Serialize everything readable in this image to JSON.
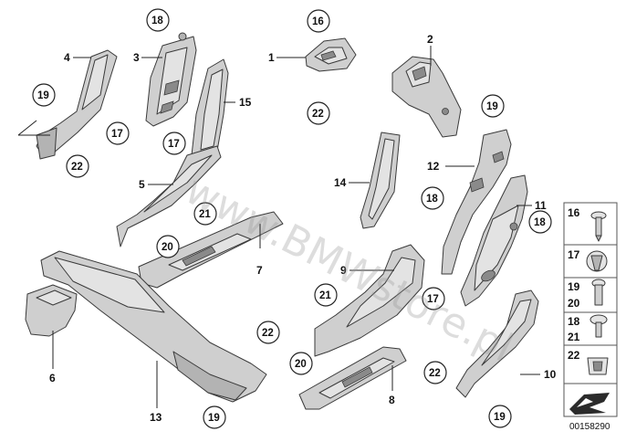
{
  "watermark": "www.BMWstore.pl",
  "doc_number": "00158290",
  "callouts": [
    {
      "id": "c1",
      "text": "1"
    },
    {
      "id": "c2",
      "text": "2"
    },
    {
      "id": "c3",
      "text": "3"
    },
    {
      "id": "c4",
      "text": "4"
    },
    {
      "id": "c5",
      "text": "5"
    },
    {
      "id": "c6",
      "text": "6"
    },
    {
      "id": "c7",
      "text": "7"
    },
    {
      "id": "c8",
      "text": "8"
    },
    {
      "id": "c9",
      "text": "9"
    },
    {
      "id": "c10",
      "text": "10"
    },
    {
      "id": "c11",
      "text": "11"
    },
    {
      "id": "c12",
      "text": "12"
    },
    {
      "id": "c13",
      "text": "13"
    },
    {
      "id": "c14",
      "text": "14"
    },
    {
      "id": "c15",
      "text": "15"
    }
  ],
  "circled": [
    {
      "id": "b18a",
      "text": "18"
    },
    {
      "id": "b16a",
      "text": "16"
    },
    {
      "id": "b22a",
      "text": "22"
    },
    {
      "id": "b19a",
      "text": "19"
    },
    {
      "id": "b17a",
      "text": "17"
    },
    {
      "id": "b22b",
      "text": "22"
    },
    {
      "id": "b17b",
      "text": "17"
    },
    {
      "id": "b19b",
      "text": "19"
    },
    {
      "id": "b21a",
      "text": "21"
    },
    {
      "id": "b20a",
      "text": "20"
    },
    {
      "id": "b18b",
      "text": "18"
    },
    {
      "id": "b18c",
      "text": "18"
    },
    {
      "id": "b21b",
      "text": "21"
    },
    {
      "id": "b17c",
      "text": "17"
    },
    {
      "id": "b22c",
      "text": "22"
    },
    {
      "id": "b20b",
      "text": "20"
    },
    {
      "id": "b19c",
      "text": "19"
    },
    {
      "id": "b22d",
      "text": "22"
    },
    {
      "id": "b19d",
      "text": "19"
    }
  ],
  "legend": [
    {
      "label": "16"
    },
    {
      "label": "17"
    },
    {
      "label": "19",
      "label2": "20"
    },
    {
      "label": "18",
      "label2": "21"
    },
    {
      "label": "22"
    }
  ]
}
